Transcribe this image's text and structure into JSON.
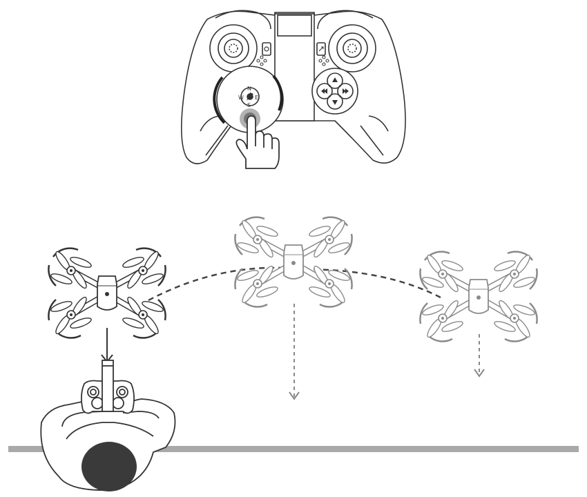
{
  "controller": {
    "compass": {
      "north": "N",
      "south": "S",
      "east": "E",
      "west": "W"
    },
    "icons": [
      "power-icon",
      "speed-icon",
      "propeller-icon",
      "up-arrow-icon",
      "down-arrow-icon",
      "rotate-left-icon",
      "rotate-right-icon",
      "pointing-hand-icon"
    ]
  },
  "scene": {
    "drones": [
      {
        "id": "drone-start",
        "shade": "#333333"
      },
      {
        "id": "drone-middle",
        "shade": "#8a8a8a"
      },
      {
        "id": "drone-end",
        "shade": "#8a8a8a"
      }
    ],
    "ground_color": "#a9a9a9",
    "head_color": "#3a3a3a",
    "arrow_color": "#888888"
  }
}
